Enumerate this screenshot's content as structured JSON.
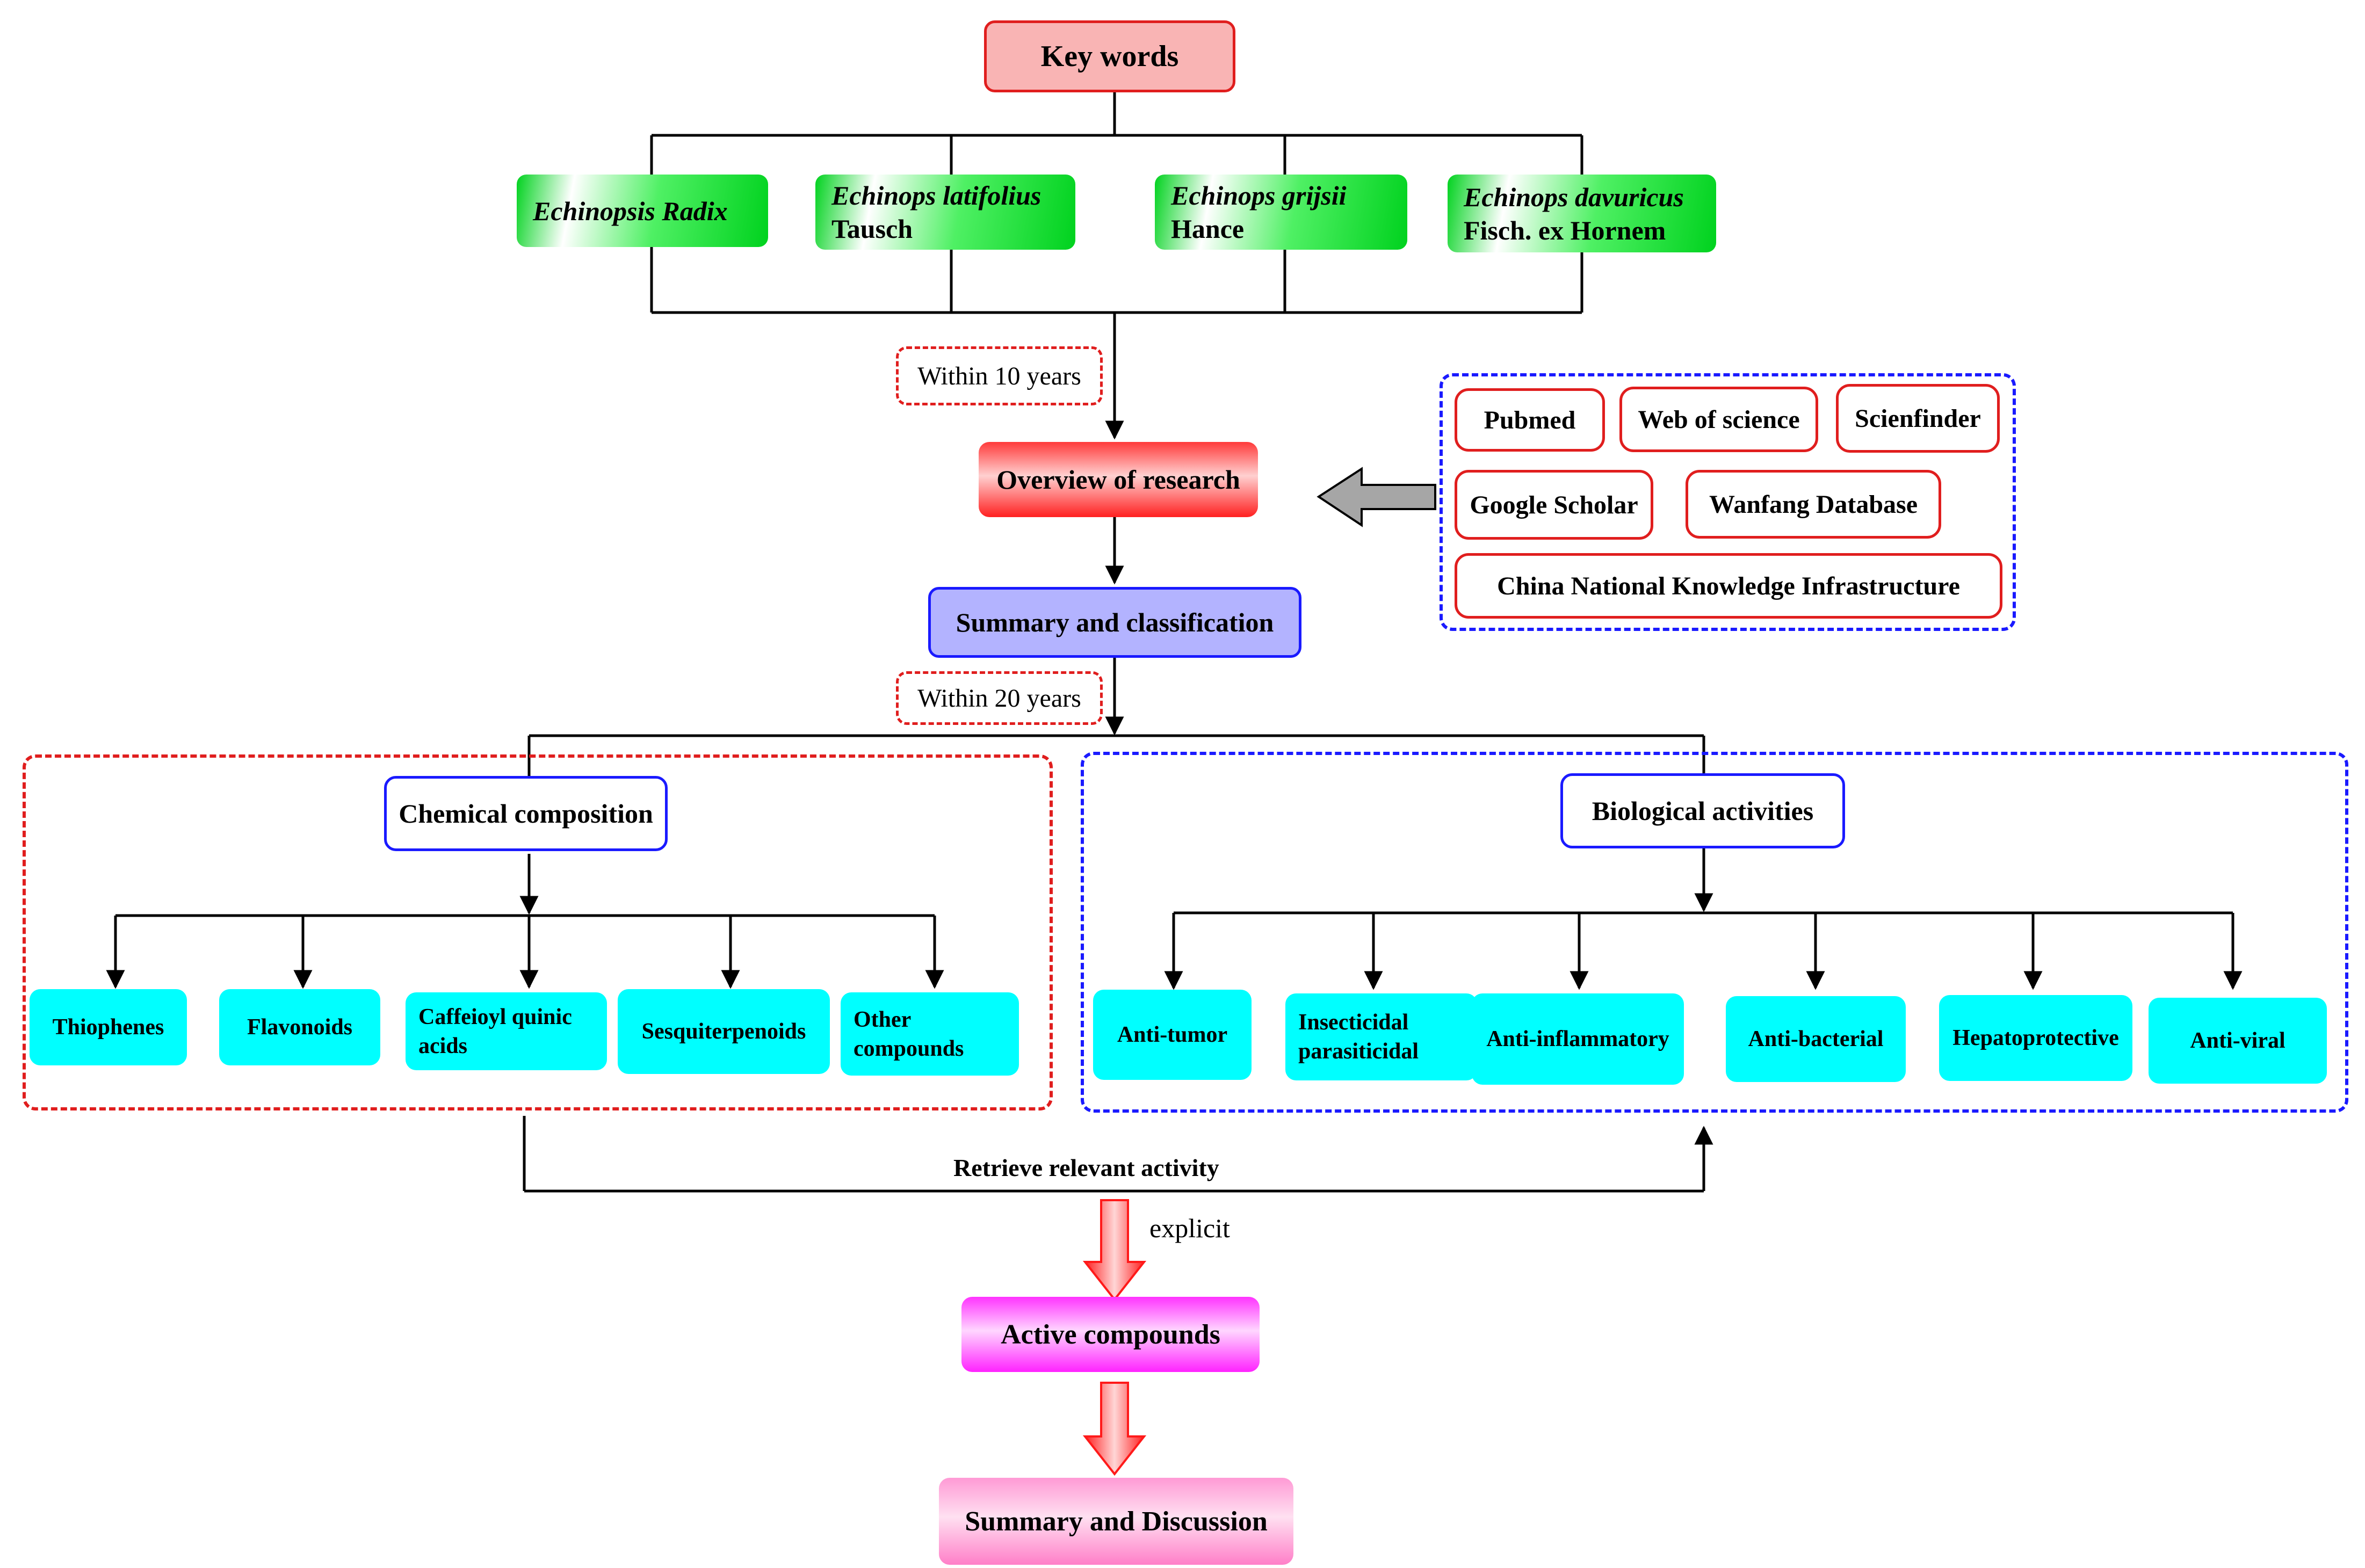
{
  "keyword_box": "Key words",
  "species": [
    {
      "italic": "Echinopsis Radix",
      "plain": ""
    },
    {
      "italic": "Echinops latifolius",
      "plain": "Tausch"
    },
    {
      "italic": "Echinops grijsii",
      "plain": "Hance"
    },
    {
      "italic": "Echinops davuricus",
      "plain": "Fisch. ex Hornem"
    }
  ],
  "filter_10": "Within 10 years",
  "overview": "Overview of research",
  "databases": [
    "Pubmed",
    "Web of science",
    "Scienfinder",
    "Google Scholar",
    "Wanfang Database",
    "China National Knowledge Infrastructure"
  ],
  "summary_classification": "Summary and classification",
  "filter_20": "Within 20 years",
  "chemical": {
    "title": "Chemical composition",
    "items": [
      "Thiophenes",
      "Flavonoids",
      "Caffeioyl quinic acids",
      "Sesquiterpenoids",
      "Other compounds"
    ]
  },
  "biological": {
    "title": "Biological activities",
    "items": [
      "Anti-tumor",
      "Insecticidal parasiticidal",
      "Anti-inflammatory",
      "Anti-bacterial",
      "Hepatoprotective",
      "Anti-viral"
    ]
  },
  "retrieve_label": "Retrieve relevant activity",
  "explicit_label": "explicit",
  "active_compounds": "Active compounds",
  "summary_discussion": "Summary and Discussion"
}
